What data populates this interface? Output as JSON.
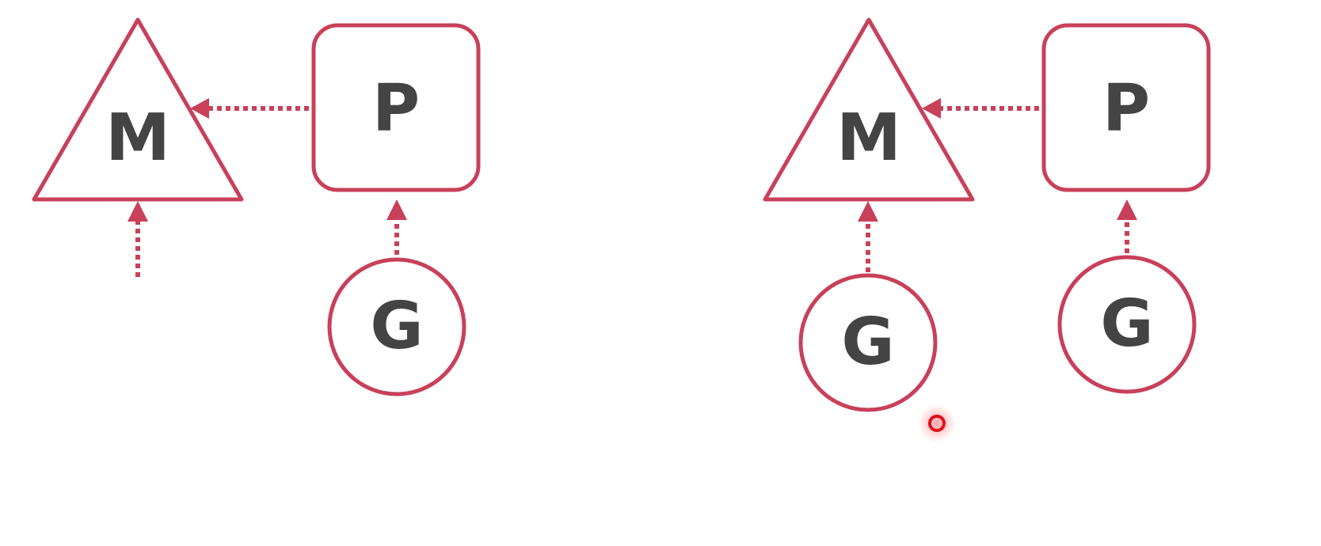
{
  "colors": {
    "accent": "#c8405a",
    "label": "#444444",
    "cursor": "#e0101c"
  },
  "left_diagram": {
    "machine_label": "M",
    "processor_label": "P",
    "goroutine_label": "G"
  },
  "right_diagram": {
    "machine_label": "M",
    "processor_label": "P",
    "goroutine_m_label": "G",
    "goroutine_p_label": "G"
  }
}
